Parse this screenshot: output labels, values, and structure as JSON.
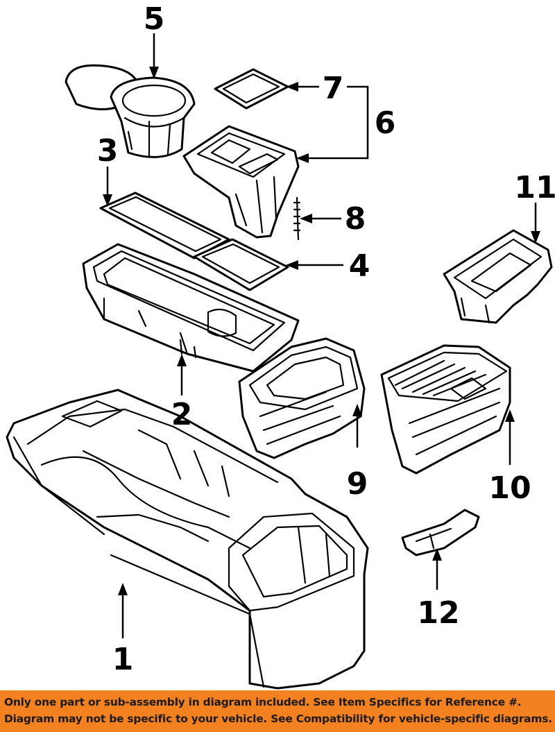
{
  "callouts": [
    {
      "id": "1",
      "label": "1"
    },
    {
      "id": "2",
      "label": "2"
    },
    {
      "id": "3",
      "label": "3"
    },
    {
      "id": "4",
      "label": "4"
    },
    {
      "id": "5",
      "label": "5"
    },
    {
      "id": "6",
      "label": "6"
    },
    {
      "id": "7",
      "label": "7"
    },
    {
      "id": "8",
      "label": "8"
    },
    {
      "id": "9",
      "label": "9"
    },
    {
      "id": "10",
      "label": "10"
    },
    {
      "id": "11",
      "label": "11"
    },
    {
      "id": "12",
      "label": "12"
    }
  ],
  "disclaimer": {
    "line1": "Only one part or sub-assembly in diagram included. See Item Specifics for Reference #.",
    "line2": "Diagram may not be specific to your vehicle. See Compatibility for vehicle-specific diagrams."
  },
  "colors": {
    "banner_background": "#f4811f",
    "banner_text": "#1a1a1a",
    "linework": "#000000",
    "background": "#ffffff"
  }
}
